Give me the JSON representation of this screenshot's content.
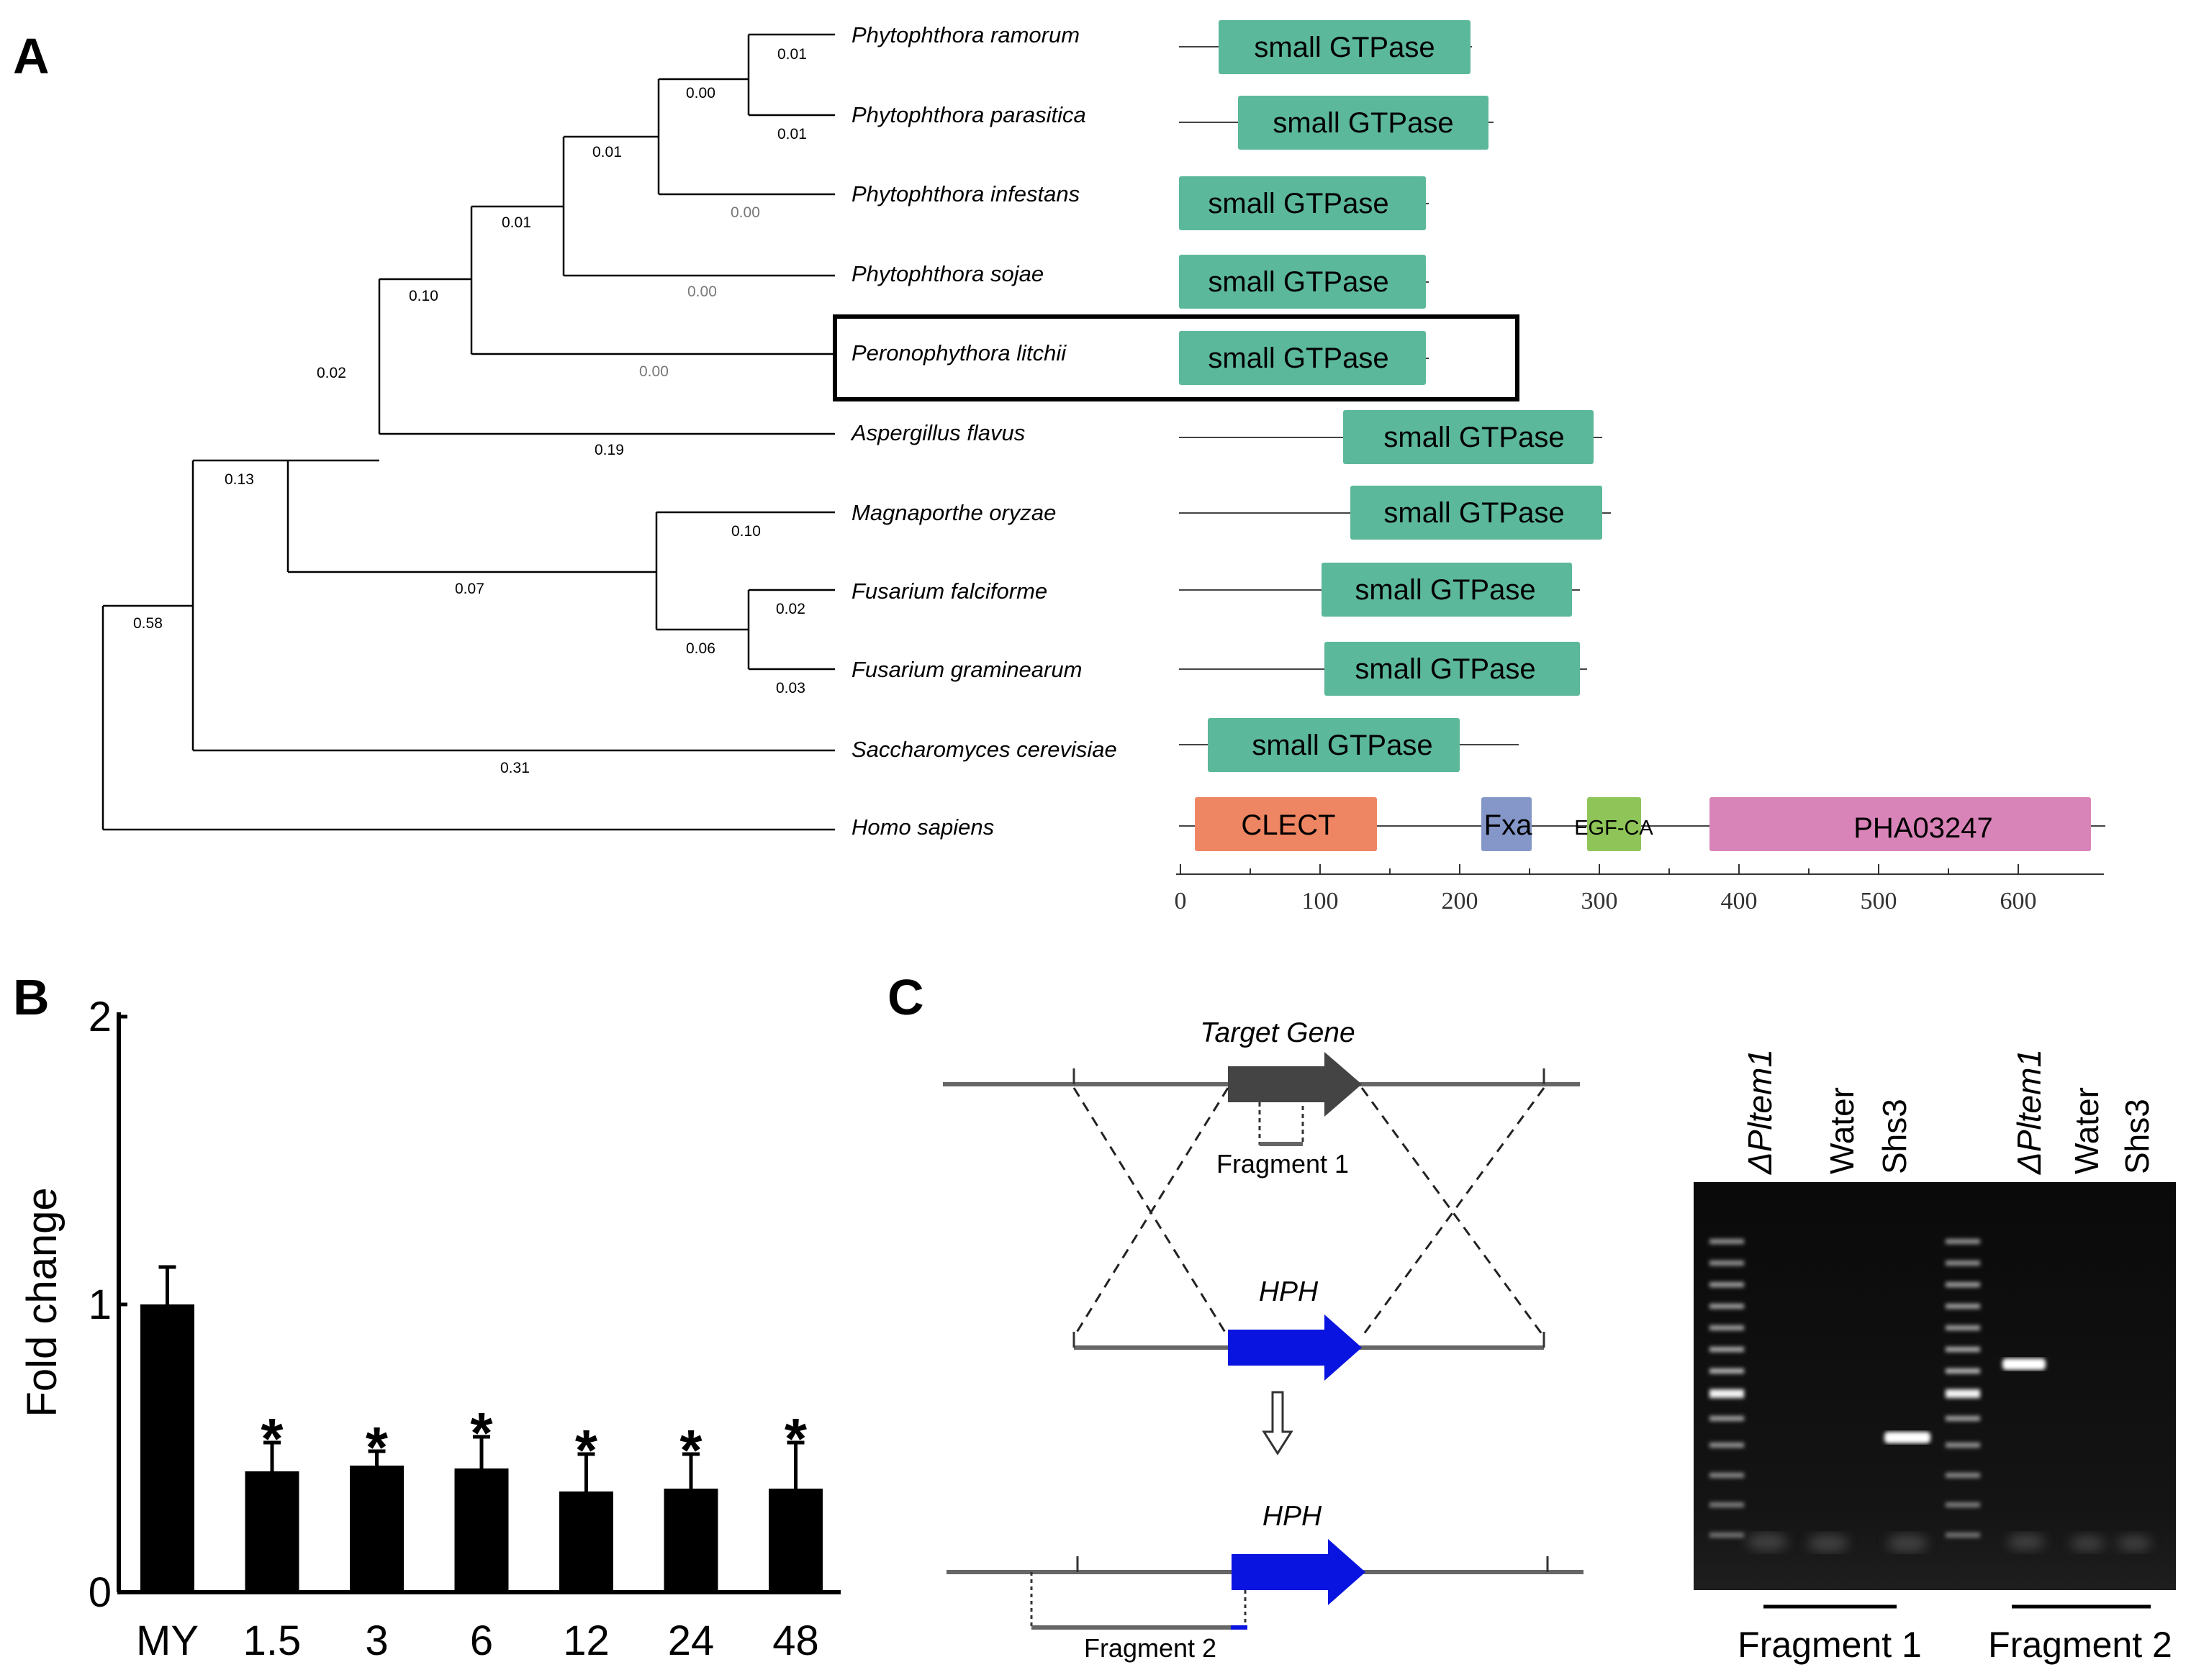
{
  "panels": {
    "a": "A",
    "b": "B",
    "c": "C"
  },
  "tree": {
    "taxa": [
      "Phytophthora ramorum",
      "Phytophthora parasitica",
      "Phytophthora infestans",
      "Phytophthora sojae",
      "Peronophythora litchii",
      "Aspergillus flavus",
      "Magnaporthe oryzae",
      "Fusarium falciforme",
      "Fusarium graminearum",
      "Saccharomyces cerevisiae",
      "Homo sapiens"
    ],
    "branch_labels": [
      "0.01",
      "0.00",
      "0.01",
      "0.01",
      "0.00",
      "0.01",
      "0.00",
      "0.10",
      "0.00",
      "0.02",
      "0.19",
      "0.13",
      "0.10",
      "0.07",
      "0.02",
      "0.06",
      "0.03",
      "0.58",
      "0.31"
    ],
    "highlighted_taxon": "Peronophythora litchii"
  },
  "domains": {
    "small_gtpase_label": "small GTPase",
    "human": [
      "CLECT",
      "Fxa",
      "EGF-CA",
      "PHA03247"
    ],
    "colors": {
      "gtpase": "#5cb89b",
      "clect": "#ef8663",
      "fxa": "#8497c8",
      "egf": "#8fc459",
      "pha": "#d984b8"
    },
    "axis_ticks": [
      "0",
      "100",
      "200",
      "300",
      "400",
      "500",
      "600"
    ]
  },
  "chart_data": {
    "type": "bar",
    "ylabel": "Fold change",
    "xlabel": "",
    "categories": [
      "MY",
      "1.5",
      "3",
      "6",
      "12",
      "24",
      "48"
    ],
    "values": [
      1.0,
      0.42,
      0.44,
      0.43,
      0.35,
      0.36,
      0.36
    ],
    "errors": [
      0.13,
      0.1,
      0.05,
      0.11,
      0.13,
      0.12,
      0.16
    ],
    "significant": [
      false,
      true,
      true,
      true,
      true,
      true,
      true
    ],
    "significance_marker": "*",
    "ylim": [
      0,
      2
    ],
    "yticks": [
      "0",
      "1",
      "2"
    ],
    "bar_color": "#000000"
  },
  "schematic": {
    "target_gene": "Target Gene",
    "hph": "HPH",
    "fragment1": "Fragment 1",
    "fragment2": "Fragment 2",
    "gene_color": "#444444",
    "hph_color": "#0a14e0"
  },
  "gel": {
    "lane_labels": [
      "ΔPltem1",
      "Water",
      "Shs3",
      "ΔPltem1",
      "Water",
      "Shs3"
    ],
    "group_labels": [
      "Fragment 1",
      "Fragment 2"
    ]
  }
}
